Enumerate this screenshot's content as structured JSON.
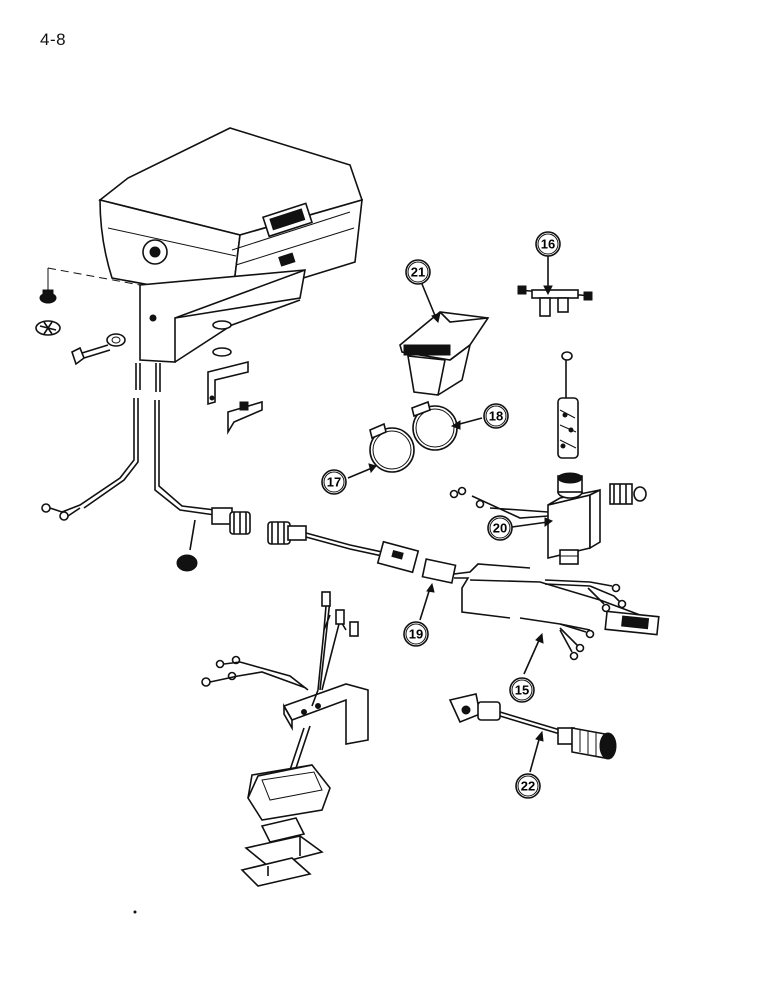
{
  "page": {
    "number": "4-8"
  },
  "callouts": [
    {
      "id": "callout-15",
      "label": "15"
    },
    {
      "id": "callout-16",
      "label": "16"
    },
    {
      "id": "callout-17",
      "label": "17"
    },
    {
      "id": "callout-18",
      "label": "18"
    },
    {
      "id": "callout-19",
      "label": "19"
    },
    {
      "id": "callout-20",
      "label": "20"
    },
    {
      "id": "callout-21",
      "label": "21"
    },
    {
      "id": "callout-22",
      "label": "22"
    }
  ]
}
